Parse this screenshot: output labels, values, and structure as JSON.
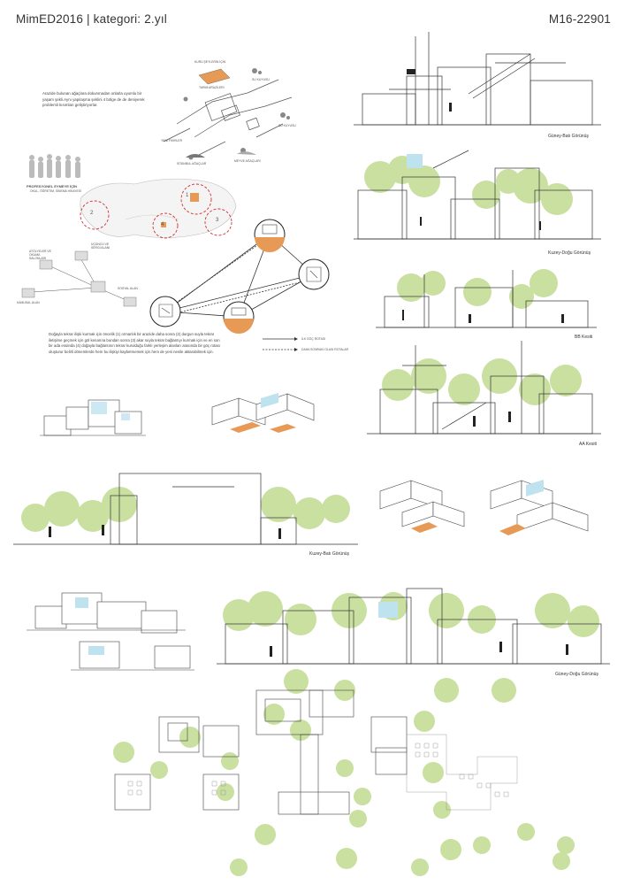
{
  "header": {
    "title_left": "MimED2016 | kategori: 2.yıl",
    "title_right": "M16-22901"
  },
  "intro_text": "Arazide bulunan ağaçlara dokunmadan onlarla uyumlu bir yaşam şekli.Aynı yapılaşma şeklini 4 bölge de de deniyerek problemli kısımları geliştiriyorlar.",
  "site_labels": {
    "kuru_seylerin": "KURU ŞEYLERİN İÇİN",
    "tarim": "TARIM ARAZİLERİ",
    "su_kuyusu_1": "SU KUYUSU",
    "yeni_fikirler": "YENİ FİKİRLER",
    "su_kuyusu_2": "SU KUYUSU",
    "istanbul": "İSTANBUL AĞAÇLAR",
    "meyve": "MEYVE AĞAÇLARI"
  },
  "profession_label": "PROFESYONEL EYMEYE İÇİN",
  "profession_sub": "OKUL, ÖĞRETİM, SİNEMA HİKAYESİ",
  "map_markers": [
    "2",
    "4",
    "1",
    "3"
  ],
  "node_labels": {
    "a": "ATÖLYELER VE OKUMA SALONLARI",
    "b": "ÜÇÜNCÜ VE SERGİ ALANI",
    "c": "KAMUSAL ALAN",
    "d": "SOSYAL ALAN"
  },
  "legend": {
    "item1": "İLK GÖÇ ROTASI",
    "item2": "DAHA SONRAKİ OLASI ROTALAR"
  },
  "description": "Doğayla tekrar ilişki kurmak için öncelik (1) ormanlık bir arazide daha sonra (2) durgun suyla tekrar iletişime geçmek için göl kenarına bundan sonra (3) akar suyla tekrar bağlantıyı kurmak için ve en son bir ada eraiinda (4) doğayla bağlantının tekrar kurulduğu farklı yerleşim alanları arasında bir göç rotası oluşturur belirli dönemlerde hem bu ilişkiyi kaybetmemek için hem de yeni nesile aktarabilmek için.",
  "captions": {
    "guney_bati": "Güney-Batı Görünüş",
    "kuzey_dogu": "Kuzey-Doğu Görünüş",
    "bb": "BB Kesiti",
    "aa": "AA Kesiti",
    "kuzey_bati": "Kuzey-Batı Görünüş",
    "guney_dogu": "Güney-Doğu Görünüş"
  },
  "colors": {
    "tree": "#c9e0a0",
    "wood": "#e79a55",
    "glass": "#bfe2ef",
    "red_dash": "#d32f2f",
    "line": "#444444"
  }
}
